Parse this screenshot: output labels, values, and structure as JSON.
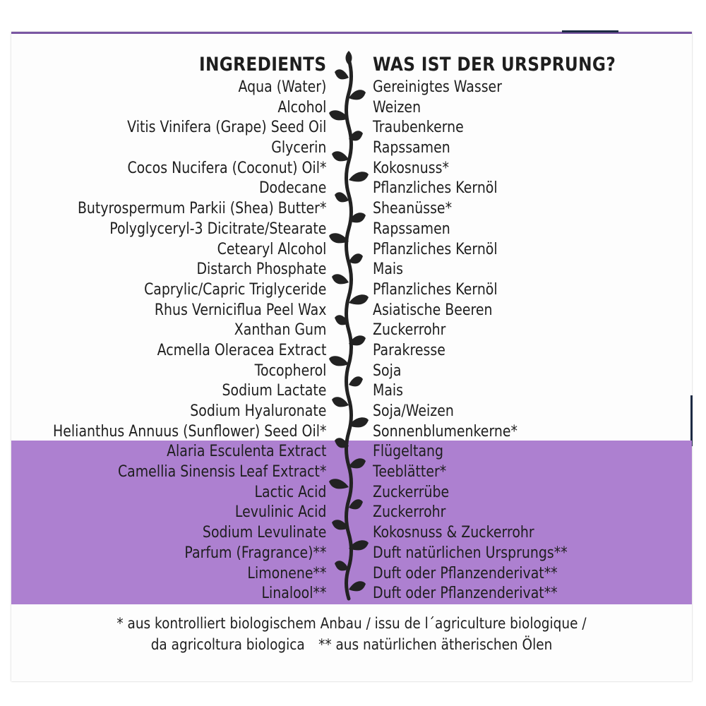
{
  "headers": {
    "left": "INGREDIENTS",
    "right": "WAS IST DER URSPRUNG?"
  },
  "ingredients": [
    {
      "name": "Aqua (Water)",
      "origin": "Gereinigtes Wasser"
    },
    {
      "name": "Alcohol",
      "origin": "Weizen"
    },
    {
      "name": "Vitis Vinifera (Grape) Seed Oil",
      "origin": "Traubenkerne"
    },
    {
      "name": "Glycerin",
      "origin": "Rapssamen"
    },
    {
      "name": "Cocos Nucifera (Coconut) Oil*",
      "origin": "Kokosnuss*"
    },
    {
      "name": "Dodecane",
      "origin": "Pflanzliches Kernöl"
    },
    {
      "name": "Butyrospermum Parkii (Shea) Butter*",
      "origin": "Sheanüsse*"
    },
    {
      "name": "Polyglyceryl-3 Dicitrate/Stearate",
      "origin": "Rapssamen"
    },
    {
      "name": "Cetearyl Alcohol",
      "origin": "Pflanzliches Kernöl"
    },
    {
      "name": "Distarch Phosphate",
      "origin": "Mais"
    },
    {
      "name": "Caprylic/Capric Triglyceride",
      "origin": "Pflanzliches Kernöl"
    },
    {
      "name": "Rhus Verniciflua Peel Wax",
      "origin": "Asiatische Beeren"
    },
    {
      "name": "Xanthan Gum",
      "origin": "Zuckerrohr"
    },
    {
      "name": "Acmella Oleracea Extract",
      "origin": "Parakresse"
    },
    {
      "name": "Tocopherol",
      "origin": "Soja"
    },
    {
      "name": "Sodium Lactate",
      "origin": "Mais"
    },
    {
      "name": "Sodium Hyaluronate",
      "origin": "Soja/Weizen"
    },
    {
      "name": "Helianthus Annuus (Sunflower) Seed Oil*",
      "origin": "Sonnenblumenkerne*"
    },
    {
      "name": "Alaria Esculenta Extract",
      "origin": "Flügeltang"
    },
    {
      "name": "Camellia Sinensis Leaf Extract*",
      "origin": "Teeblätter*"
    },
    {
      "name": "Lactic Acid",
      "origin": "Zuckerrübe"
    },
    {
      "name": "Levulinic Acid",
      "origin": "Zuckerrohr"
    },
    {
      "name": "Sodium Levulinate",
      "origin": "Kokosnuss & Zuckerrohr"
    },
    {
      "name": "Parfum (Fragrance)**",
      "origin": "Duft natürlichen Ursprungs**"
    },
    {
      "name": "Limonene**",
      "origin": "Duft oder Pflanzenderivat**"
    },
    {
      "name": "Linalool**",
      "origin": "Duft oder Pflanzenderivat**"
    }
  ],
  "footnote": {
    "line1": "* aus kontrolliert biologischem Anbau / issu de l´agriculture biologique /",
    "line2_a": "da agricoltura biologica",
    "line2_b": "** aus natürlichen ätherischen Ölen"
  },
  "colors": {
    "accent_purple": "#ad80d0",
    "border_purple": "#7a57a2",
    "text_dark": "#1e1e1e"
  },
  "icons": {
    "divider": "vine-icon"
  }
}
